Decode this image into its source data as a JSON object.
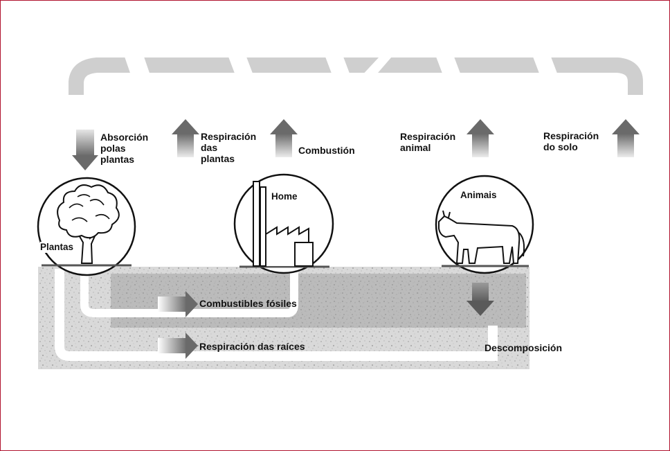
{
  "colors": {
    "frame_border": "#b0122e",
    "cycle_band": "#cfcfcf",
    "soil": "#d6d6d6",
    "arrow_dark": "#707070",
    "arrow_light": "#dcdcdc",
    "line": "#111111"
  },
  "labels": {
    "absorcion": [
      "Absorción",
      "polas",
      "plantas"
    ],
    "respiracion_plantas": [
      "Respiración",
      "das",
      "plantas"
    ],
    "combustion": "Combustión",
    "respiracion_animal": [
      "Respiración",
      "animal"
    ],
    "respiracion_solo": [
      "Respiración",
      "do solo"
    ],
    "plantas": "Plantas",
    "home": "Home",
    "animais": "Animais",
    "combustibles_fosiles": "Combustibles fósiles",
    "respiracion_raices": "Respiración das raíces",
    "descomposicion": "Descomposición"
  },
  "icons": {
    "tree": "tree-icon",
    "factory": "factory-icon",
    "cow": "cow-icon"
  }
}
